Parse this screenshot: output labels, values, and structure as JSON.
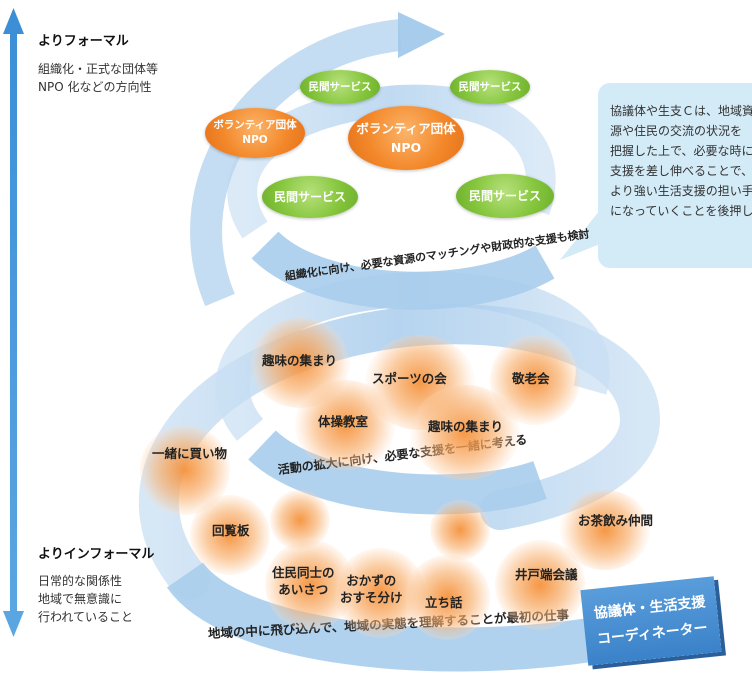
{
  "formal": {
    "title": "よりフォーマル",
    "lines": [
      "組織化・正式な団体等",
      "NPO 化などの方向性"
    ]
  },
  "informal": {
    "title": "よりインフォーマル",
    "lines": [
      "日常的な関係性",
      "地域で無意識に",
      "行われていること"
    ]
  },
  "top_orgs": [
    {
      "label1": "民間サービス",
      "label2": "",
      "color": "green"
    },
    {
      "label1": "民間サービス",
      "label2": "",
      "color": "green"
    },
    {
      "label1": "ボランティア団体",
      "label2": "NPO",
      "color": "orange"
    },
    {
      "label1": "ボランティア団体",
      "label2": "NPO",
      "color": "orange"
    },
    {
      "label1": "民間サービス",
      "label2": "",
      "color": "green"
    },
    {
      "label1": "民間サービス",
      "label2": "",
      "color": "green"
    }
  ],
  "callout": {
    "lines": [
      "協議体や生支Ｃは、地域資",
      "源や住民の交流の状況を",
      "把握した上で、必要な時に",
      "支援を差し伸べることで、",
      "より強い生活支援の担い手",
      "になっていくことを後押し。"
    ]
  },
  "band_texts": {
    "top": "組織化に向け、必要な資源のマッチングや財政的な支援も検討",
    "middle": "活動の拡大に向け、必要な支援を一緒に考える",
    "bottom": "地域の中に飛び込んで、地域の実態を理解することが最初の仕事"
  },
  "middle_groups": [
    "趣味の集まり",
    "スポーツの会",
    "敬老会",
    "体操教室",
    "趣味の集まり"
  ],
  "bottom_items": [
    "一緒に買い物",
    "回覧板",
    "お茶飲み仲間",
    "住民同士の\nあいさつ",
    "おかずの\nおすそ分け",
    "立ち話",
    "井戸端会議"
  ],
  "coordinator": {
    "line1": "協議体・生活支援",
    "line2": "コーディネーター"
  },
  "colors": {
    "band_blue": "#9ec6ea",
    "axis_blue": "#3c8fd6",
    "org_green": "#86c63d",
    "org_orange": "#f3882a",
    "blob_orange": "#f5923c",
    "callout_bg": "#d3eaf7",
    "coordinator_bg": "#3a82c9"
  }
}
